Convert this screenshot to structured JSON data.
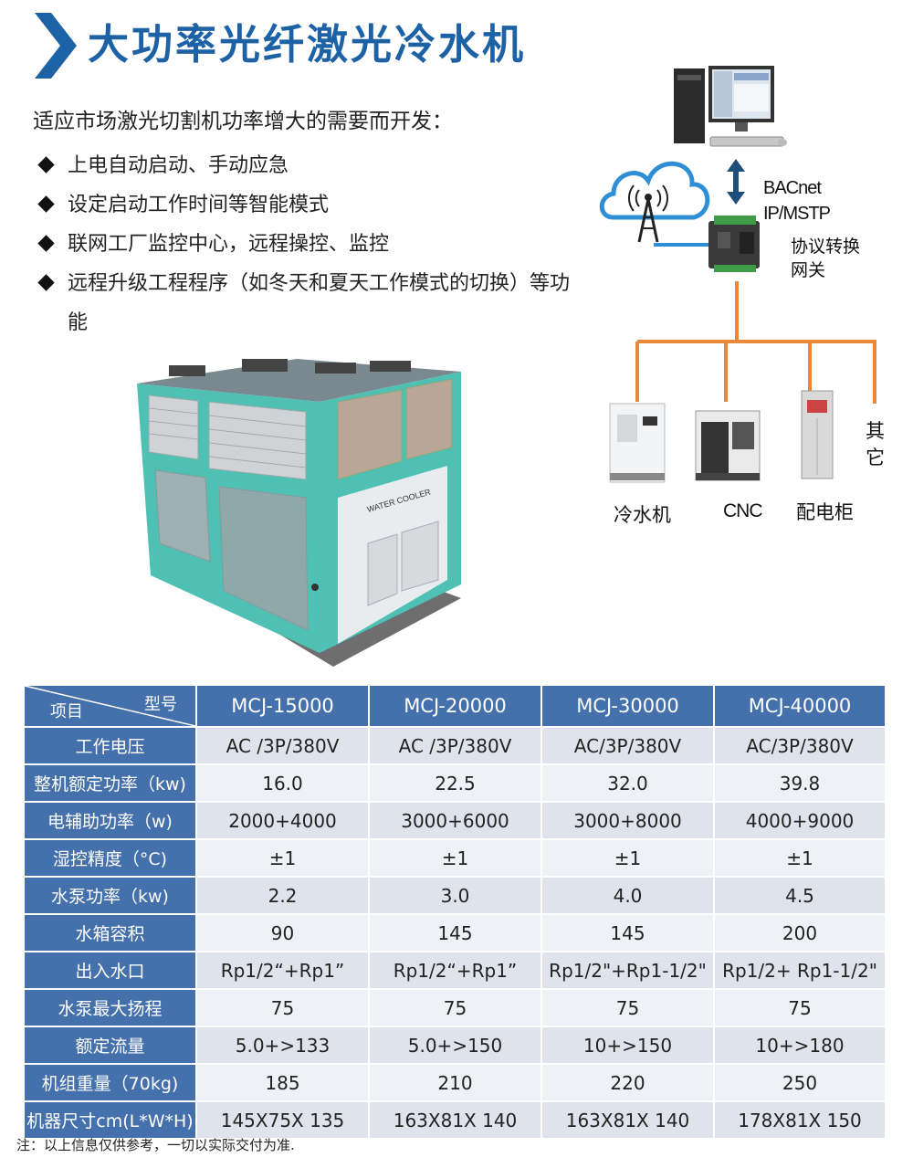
{
  "title": "大功率光纤激光冷水机",
  "intro": "适应市场激光切割机功率增大的需要而开发：",
  "features": [
    "上电自动启动、手动应急",
    "设定启动工作时间等智能模式",
    "联网工厂监控中心，远程操控、监控",
    "远程升级工程程序（如冬天和夏天工作模式的切换）等功能"
  ],
  "product_image": {
    "panel_label": "WATER COOLER"
  },
  "network": {
    "protocol_line1": "BACnet",
    "protocol_line2": "IP/MSTP",
    "gateway_line1": "协议转换",
    "gateway_line2": "网关",
    "devices": [
      "冷水机",
      "CNC",
      "配电柜"
    ],
    "other_line1": "其",
    "other_line2": "它"
  },
  "table": {
    "corner_top": "型号",
    "corner_bottom": "项目",
    "models": [
      "MCJ-15000",
      "MCJ-20000",
      "MCJ-30000",
      "MCJ-40000"
    ],
    "rows": [
      {
        "label": "工作电压",
        "values": [
          "AC /3P/380V",
          "AC /3P/380V",
          "AC/3P/380V",
          "AC/3P/380V"
        ]
      },
      {
        "label": "整机额定功率（kw)",
        "values": [
          "16.0",
          "22.5",
          "32.0",
          "39.8"
        ]
      },
      {
        "label": "电辅助功率（w)",
        "values": [
          "2000+4000",
          "3000+6000",
          "3000+8000",
          "4000+9000"
        ]
      },
      {
        "label": "湿控精度（°C)",
        "values": [
          "±1",
          "±1",
          "±1",
          "±1"
        ]
      },
      {
        "label": "水泵功率（kw)",
        "values": [
          "2.2",
          "3.0",
          "4.0",
          "4.5"
        ]
      },
      {
        "label": "水箱容积",
        "values": [
          "90",
          "145",
          "145",
          "200"
        ]
      },
      {
        "label": "出入水口",
        "values": [
          "Rp1/2“+Rp1”",
          "Rp1/2“+Rp1”",
          "Rp1/2\"+Rp1-1/2\"",
          "Rp1/2+ Rp1-1/2\""
        ]
      },
      {
        "label": "水泵最大扬程",
        "values": [
          "75",
          "75",
          "75",
          "75"
        ]
      },
      {
        "label": "额定流量",
        "values": [
          "5.0+>133",
          "5.0+>150",
          "10+>150",
          "10+>180"
        ]
      },
      {
        "label": "机组重量（70kg)",
        "values": [
          "185",
          "210",
          "220",
          "250"
        ]
      },
      {
        "label": "机器尺寸cm(L*W*H)",
        "values": [
          "145X75X 135",
          "163X81X 140",
          "163X81X 140",
          "178X81X 150"
        ]
      }
    ]
  },
  "note": "注：以上信息仅供参考，一切以实际交付为准.",
  "colors": {
    "title": "#1e62a6",
    "table_header": "#4470ab",
    "row_odd": "#dfe4ec",
    "row_even": "#eef1f5",
    "network_line": "#e8893a",
    "cloud_blue": "#2f8fd6",
    "chiller_teal": "#4fc1b4"
  }
}
